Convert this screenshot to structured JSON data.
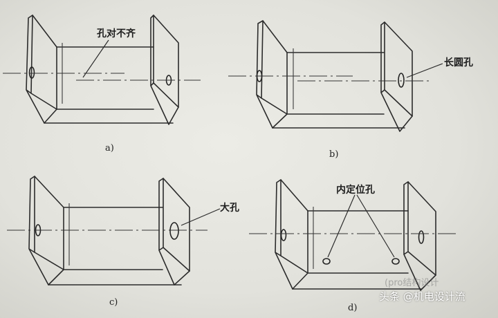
{
  "panels": [
    {
      "label": "a)",
      "annotation": "孔对不齐"
    },
    {
      "label": "b)",
      "annotation": "长圆孔"
    },
    {
      "label": "c)",
      "annotation": "大孔"
    },
    {
      "label": "d)",
      "annotation": "内定位孔"
    }
  ],
  "watermark": {
    "text": "头条 @机电设计流",
    "faint_text": "(pro结构设计"
  }
}
